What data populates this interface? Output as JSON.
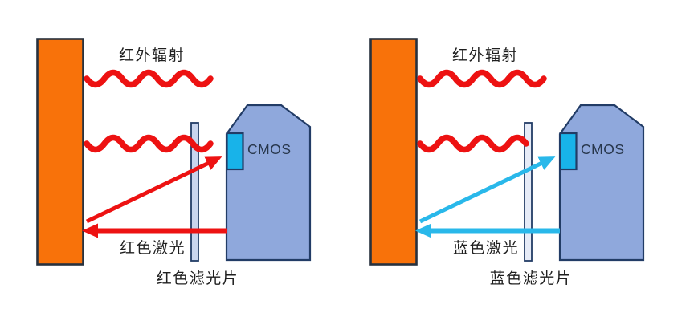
{
  "page": {
    "background": "#FFFFFF"
  },
  "colors": {
    "bg": "#FFFFFF",
    "red": "#ED1212",
    "cyan": "#29B8EA",
    "orange": "#F8720A",
    "camera": "#8FA8DC",
    "cmos": "#18B3E9",
    "filter_left": "#C9D5EE",
    "filter_right": "#E6EBF7",
    "border": "#223C66",
    "wall_border": "#27313E",
    "text": "#1F1F1F",
    "cmos_text": "#27364B"
  },
  "diagrams": [
    {
      "id": "red-filter-setup",
      "radiation_label": "红外辐射",
      "laser_label": "红色激光",
      "filter_label": "红色滤光片",
      "cmos_label": "CMOS"
    },
    {
      "id": "blue-filter-setup",
      "radiation_label": "红外辐射",
      "laser_label": "蓝色激光",
      "filter_label": "蓝色滤光片",
      "cmos_label": "CMOS"
    }
  ]
}
